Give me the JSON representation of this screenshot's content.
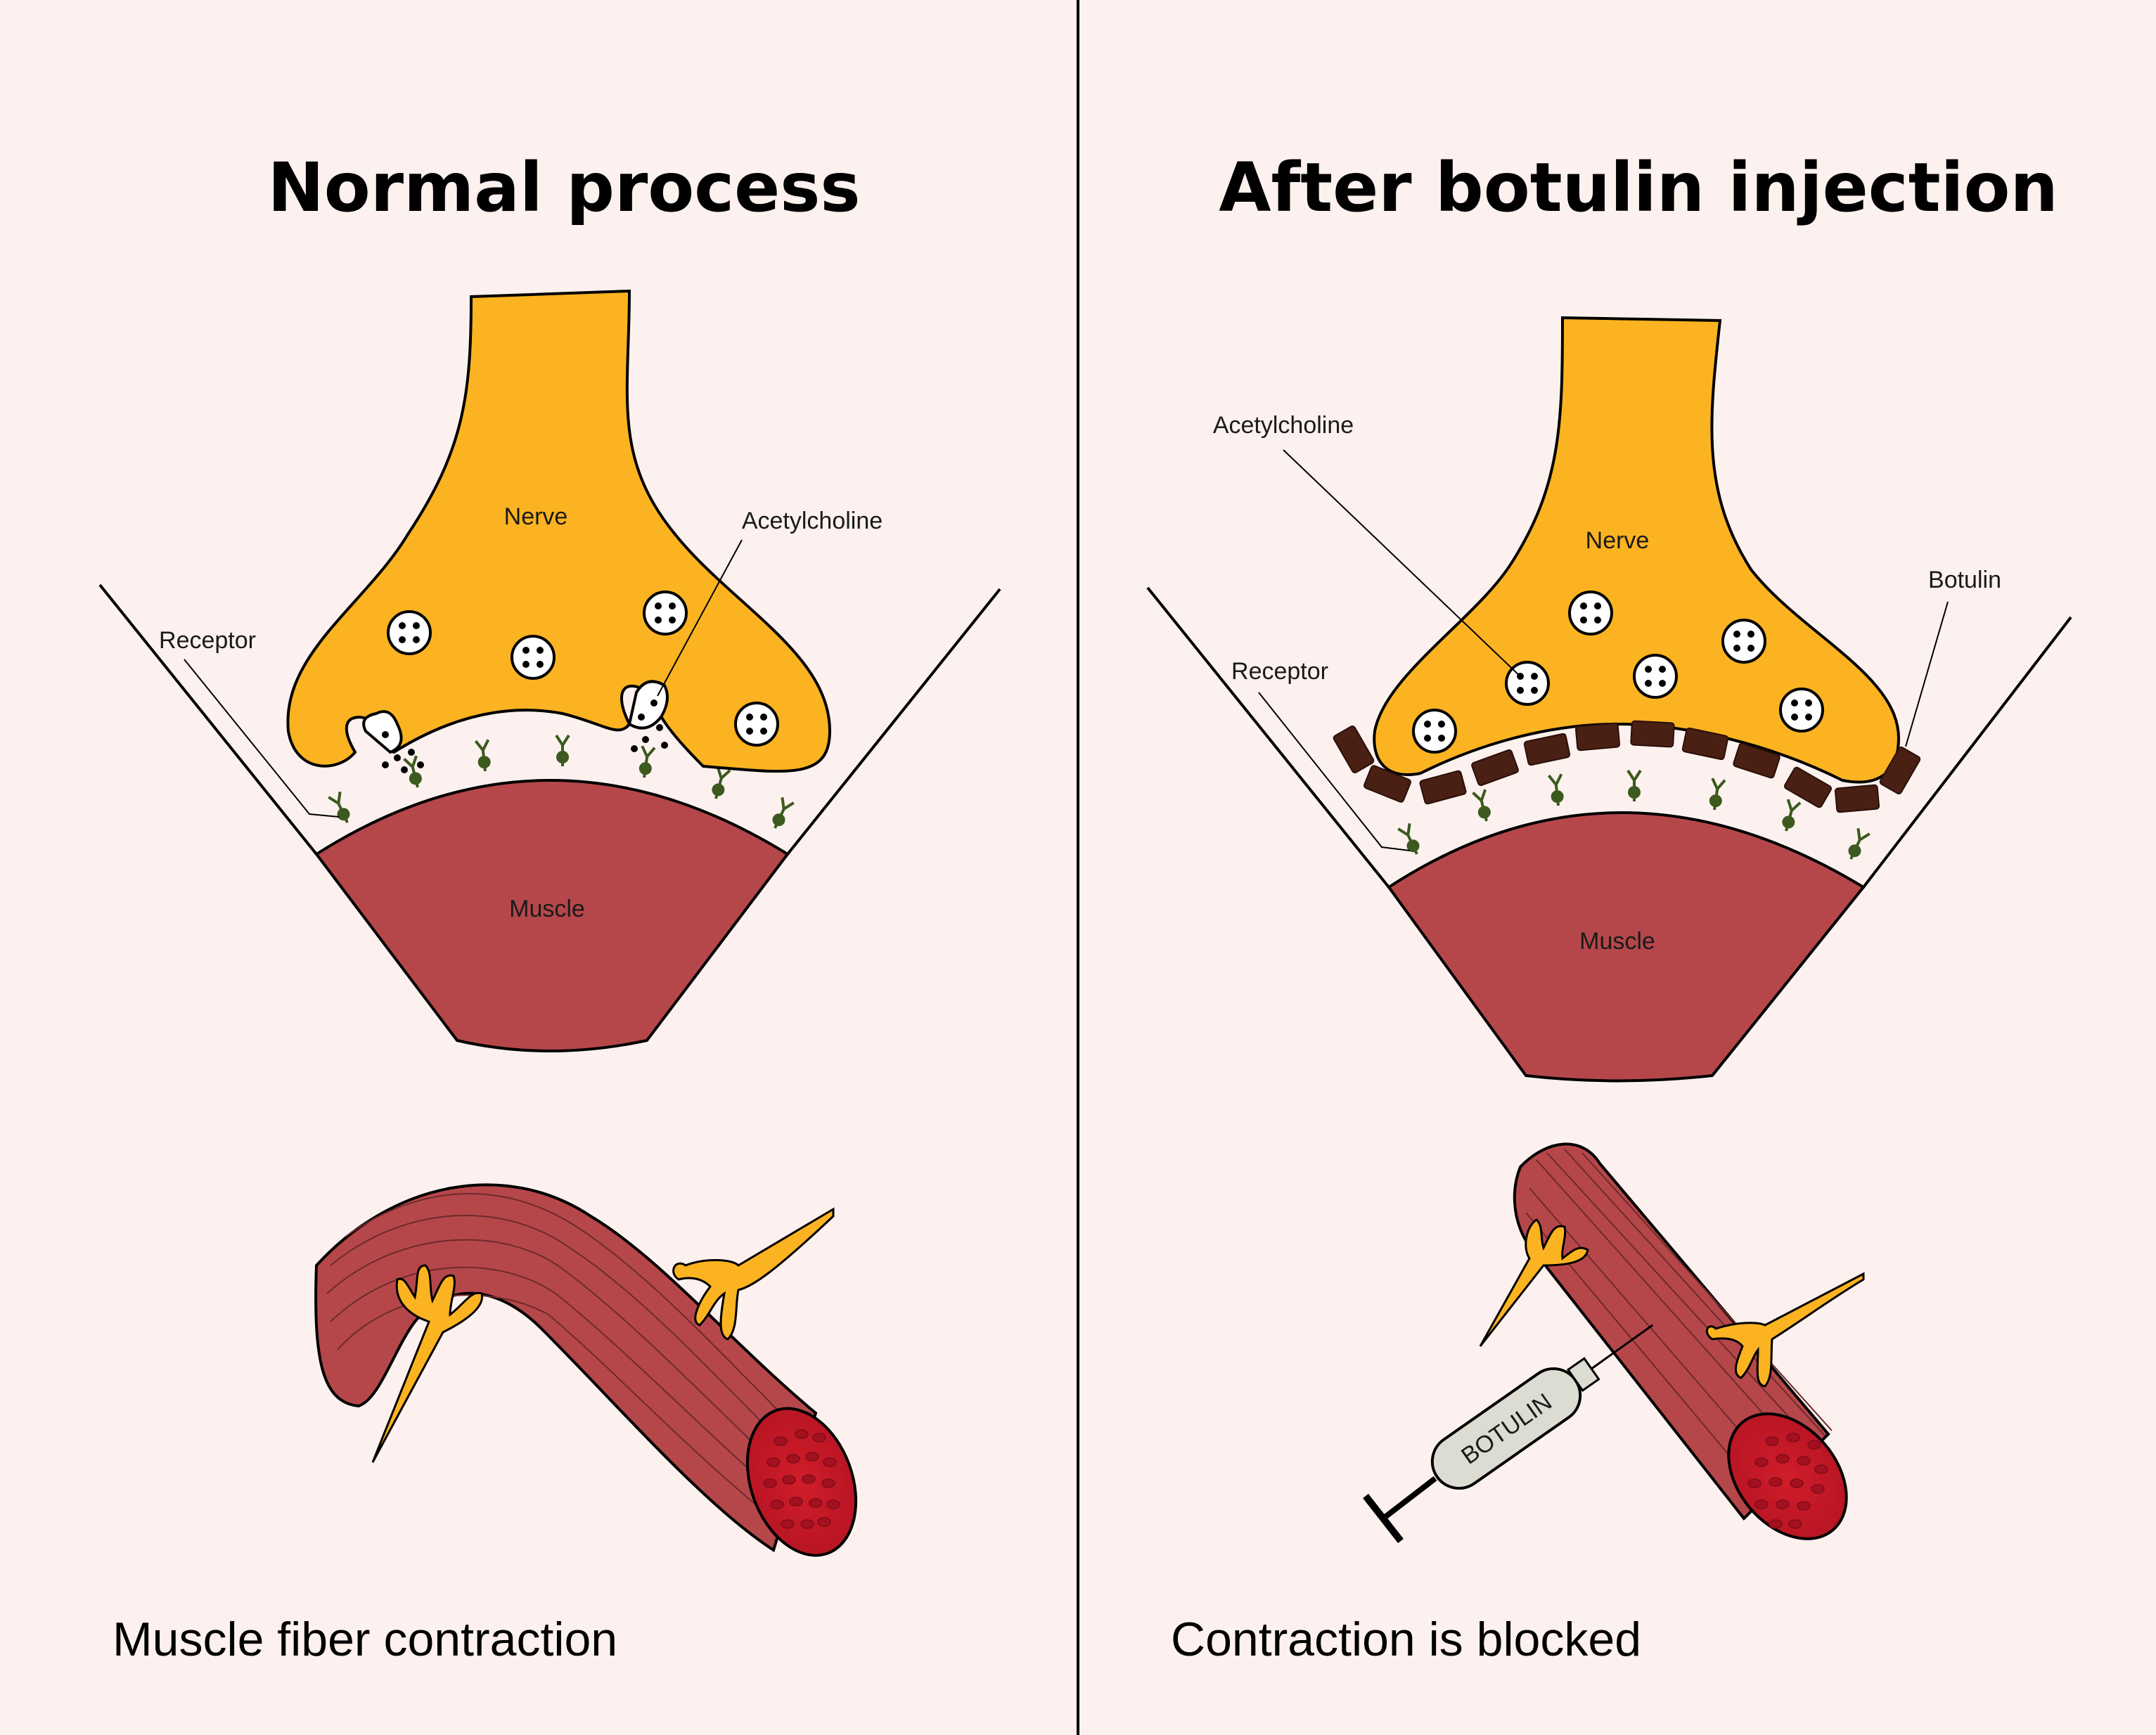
{
  "colors": {
    "background": "#fcf1ee",
    "nerve": "#fbb321",
    "muscle": "#b5474a",
    "muscle_cross_section": "#d11d2a",
    "botulin_block": "#4a2014",
    "receptor": "#3c5a1f",
    "syringe_body": "#dcdcd2",
    "outline": "#000000"
  },
  "left_panel": {
    "title": "Normal process",
    "labels": {
      "nerve": "Nerve",
      "acetylcholine": "Acetylcholine",
      "receptor": "Receptor",
      "muscle": "Muscle"
    },
    "caption": "Muscle fiber contraction"
  },
  "right_panel": {
    "title": "After botulin injection",
    "labels": {
      "nerve": "Nerve",
      "acetylcholine": "Acetylcholine",
      "receptor": "Receptor",
      "botulin": "Botulin",
      "muscle": "Muscle"
    },
    "syringe_label": "BOTULIN",
    "caption": "Contraction is blocked"
  }
}
